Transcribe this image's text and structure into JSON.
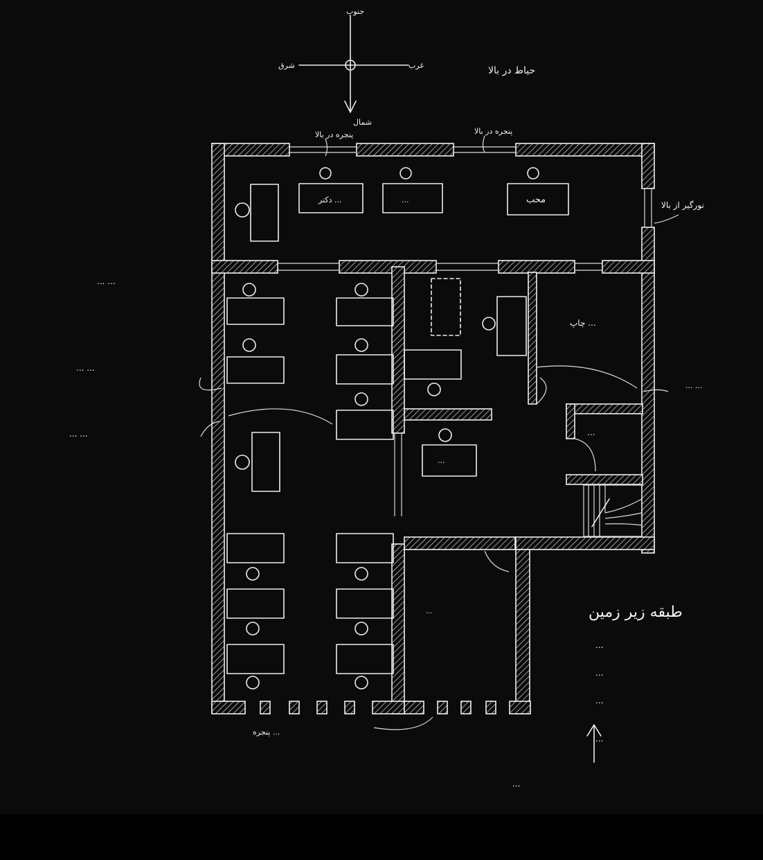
{
  "compass": {
    "south": "جنوب",
    "west": "غرب",
    "east": "شرق",
    "north": "شمال"
  },
  "courtyard_note": "حیاط در بالا",
  "top_labels": {
    "window_top_left": "پنجره در بالا",
    "window_top_right": "پنجره در بالا",
    "skylight_right": "نورگیر از بالا"
  },
  "rooms": {
    "top_desks": [
      "دکتر ...",
      " ... ",
      "محب"
    ],
    "left_col_desks": [
      "...",
      "...",
      "...",
      "...",
      "...",
      "..."
    ],
    "print_room": "چاپ ...",
    "small_room": "...",
    "middle_desk": "...",
    "bottom_room": "...",
    "kitchen_note": "...",
    "stair_area": ""
  },
  "notes": {
    "note1": "... ...",
    "note2": "... ...",
    "note3": "... ...",
    "right_note": "... ...",
    "bottom_window_note": "پنجره ...",
    "bottom_entry_note": "...",
    "bottom_right_1": "...",
    "bottom_right_2": "...",
    "bottom_right_3": "...",
    "bottom_right_4": "..."
  },
  "title": "طبقه زیر زمین"
}
